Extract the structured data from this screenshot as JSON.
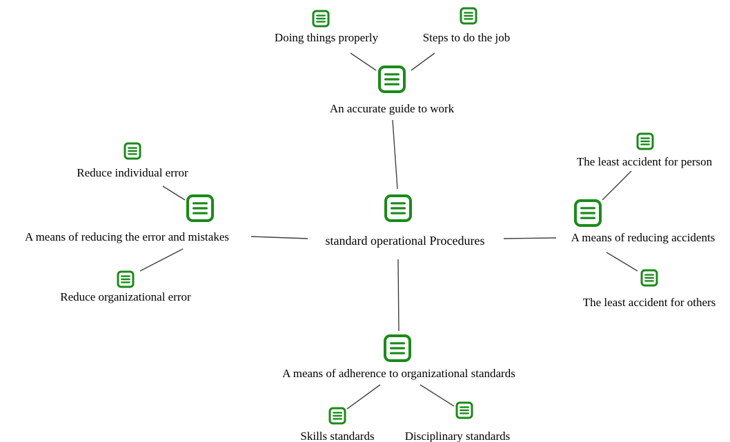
{
  "diagram": {
    "center": {
      "label": "standard operational Procedures",
      "icon": "note-icon"
    },
    "branches": [
      {
        "label": "An accurate guide to work",
        "icon": "note-icon",
        "children": [
          {
            "label": "Doing things properly",
            "icon": "note-icon"
          },
          {
            "label": "Steps to do the job",
            "icon": "note-icon"
          }
        ]
      },
      {
        "label": "A means of reducing the error and mistakes",
        "icon": "note-icon",
        "children": [
          {
            "label": "Reduce individual error",
            "icon": "note-icon"
          },
          {
            "label": "Reduce organizational error",
            "icon": "note-icon"
          }
        ]
      },
      {
        "label": "A means of reducing accidents",
        "icon": "note-icon",
        "children": [
          {
            "label": "The least accident for person",
            "icon": "note-icon"
          },
          {
            "label": "The least accident for others",
            "icon": "note-icon"
          }
        ]
      },
      {
        "label": "A means of adherence to organizational standards",
        "icon": "note-icon",
        "children": [
          {
            "label": "Skills standards",
            "icon": "note-icon"
          },
          {
            "label": "Disciplinary standards",
            "icon": "note-icon"
          }
        ]
      }
    ],
    "colors": {
      "icon_green": "#1a8a1a",
      "edge_gray": "#404040",
      "text": "#000000"
    }
  }
}
